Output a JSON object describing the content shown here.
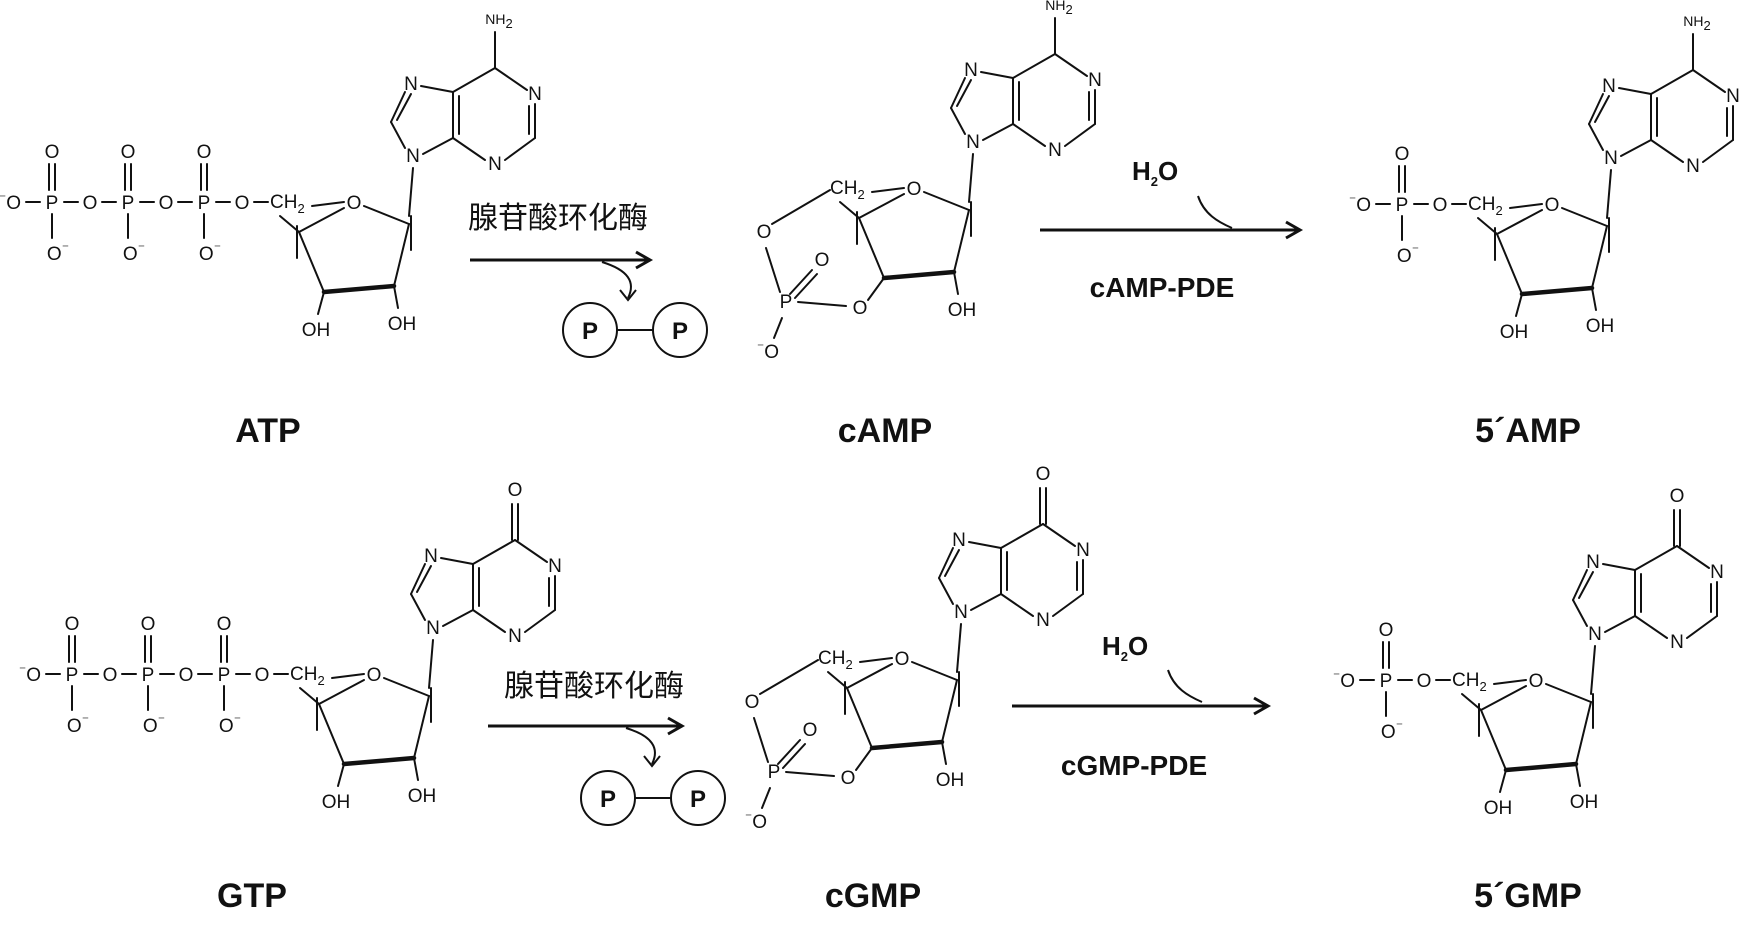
{
  "compounds": {
    "atp": "ATP",
    "camp": "cAMP",
    "amp5": "5´AMP",
    "gtp": "GTP",
    "cgmp": "cGMP",
    "gmp5": "5´GMP"
  },
  "enzymes": {
    "adenylate_cyclase_1": "腺苷酸环化酶",
    "adenylate_cyclase_2": "腺苷酸环化酶",
    "camp_pde": "cAMP-PDE",
    "cgmp_pde": "cGMP-PDE"
  },
  "reagents": {
    "water_1": "H",
    "water_2": "H",
    "water_sub": "2",
    "water_o": "O"
  },
  "pyrophosphate": {
    "p": "P"
  },
  "atoms": {
    "O": "O",
    "P": "P",
    "N": "N",
    "OH": "OH",
    "NH": "NH",
    "H2sub": "2",
    "CH": "CH",
    "minus": "⁻"
  }
}
